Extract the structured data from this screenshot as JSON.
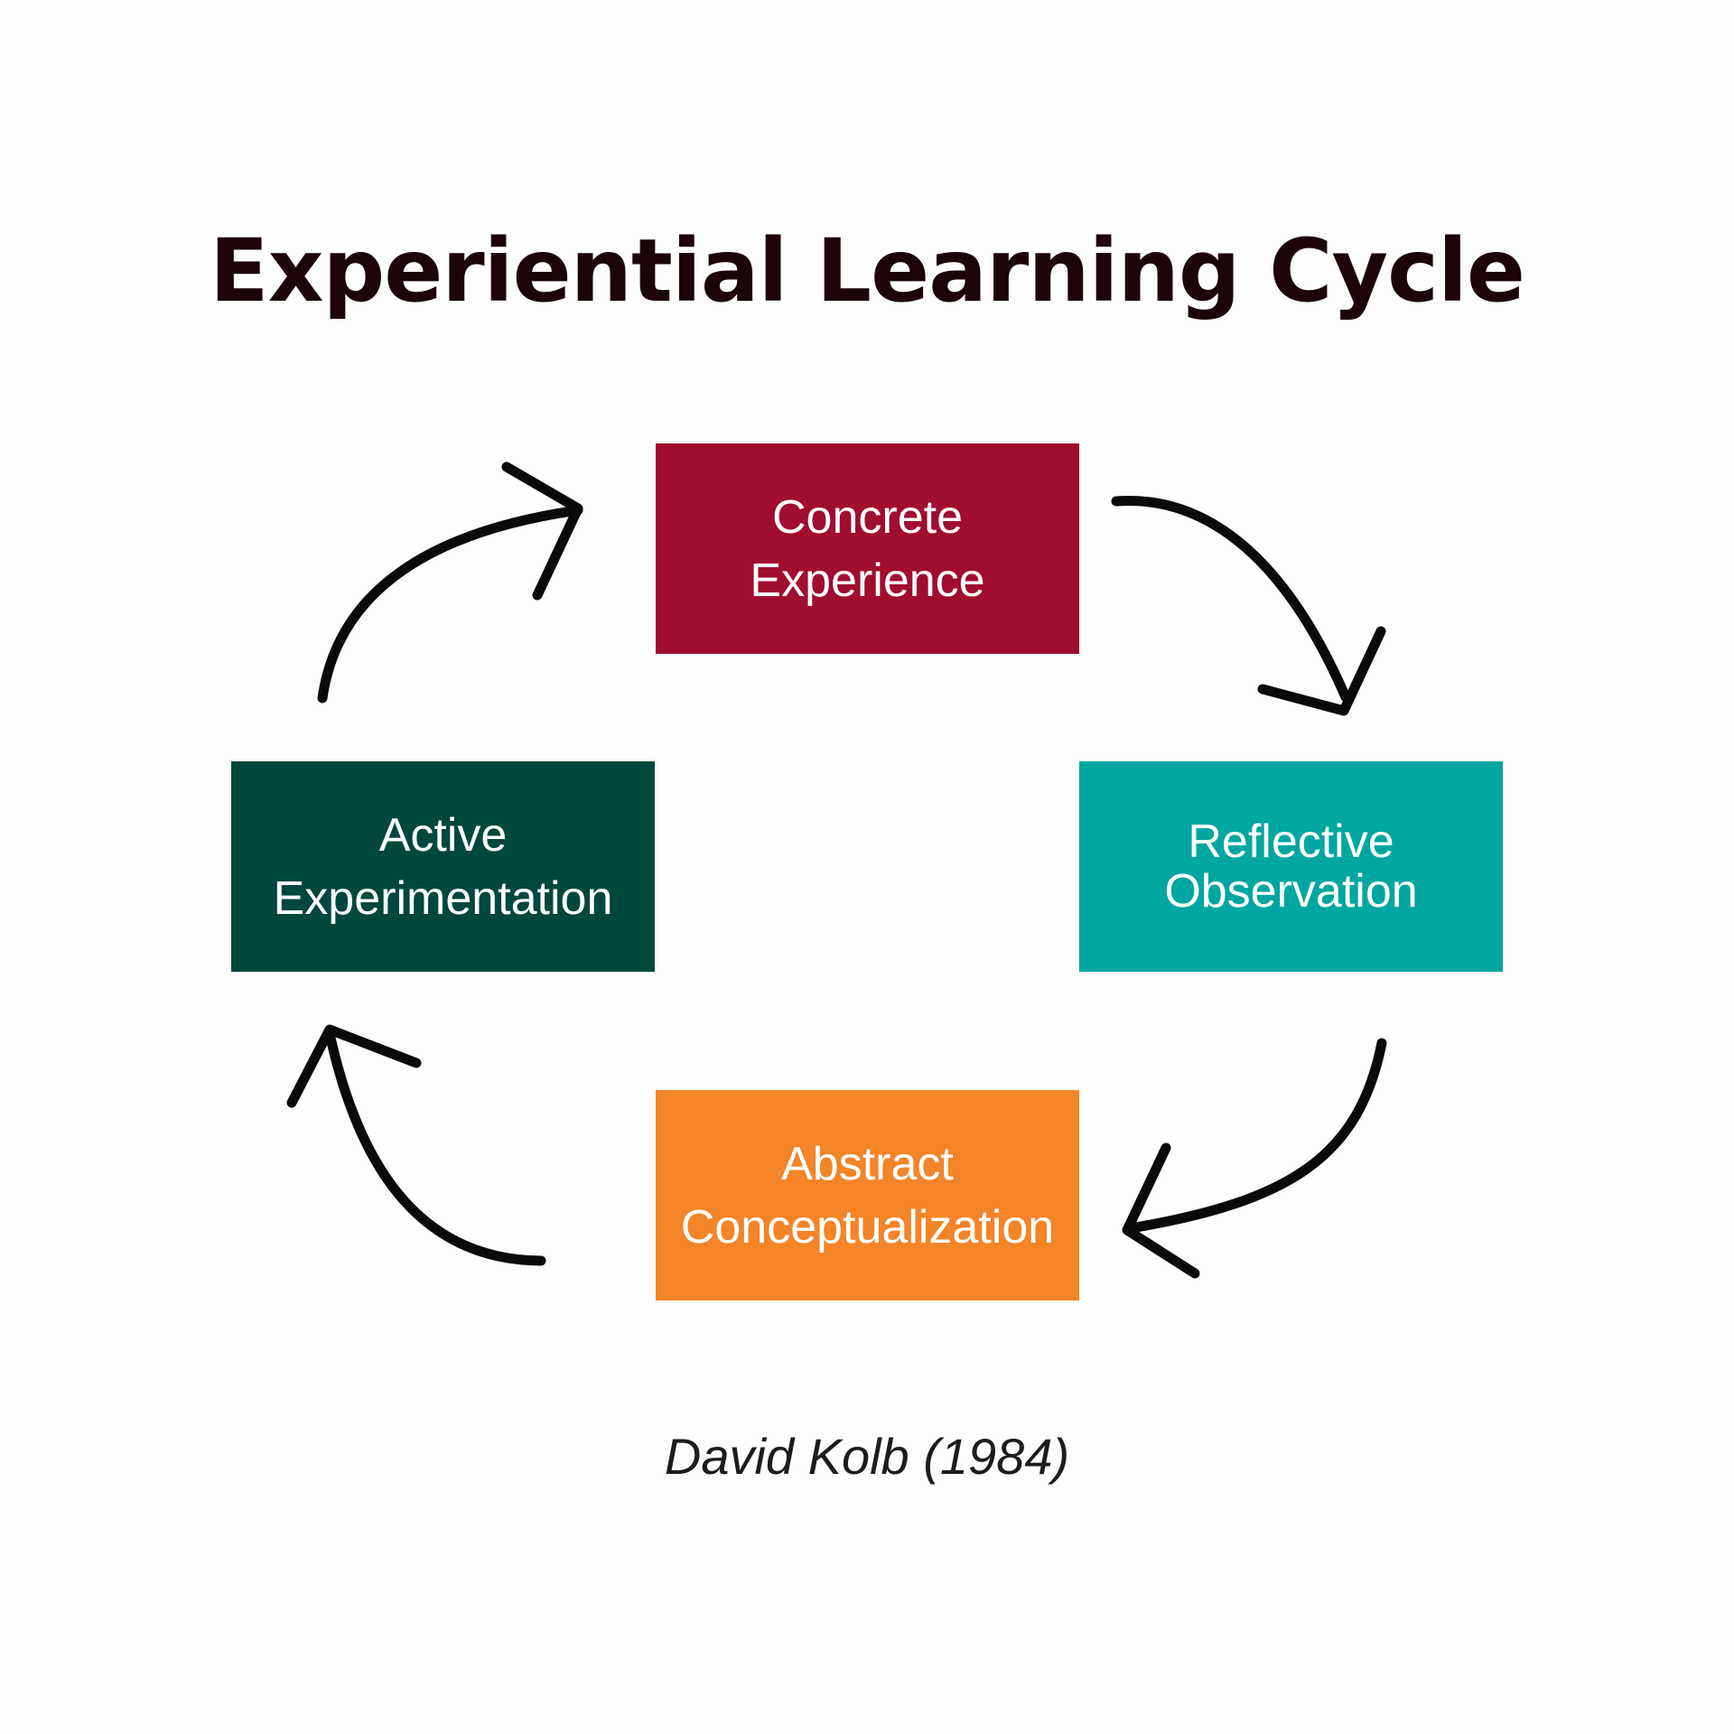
{
  "title": "Experiential Learning Cycle",
  "stages": {
    "concrete": {
      "line1": "Concrete",
      "line2": "Experience",
      "color": "#a00d2e"
    },
    "reflective": {
      "line1": "Reflective",
      "line2": "Observation",
      "color": "#00a6a0"
    },
    "abstract": {
      "line1": "Abstract",
      "line2": "Conceptualization",
      "color": "#f38428"
    },
    "active": {
      "line1": "Active",
      "line2": "Experimentation",
      "color": "#00473d"
    }
  },
  "arrows": {
    "color": "#0a0a0a"
  },
  "caption": "David Kolb (1984)"
}
